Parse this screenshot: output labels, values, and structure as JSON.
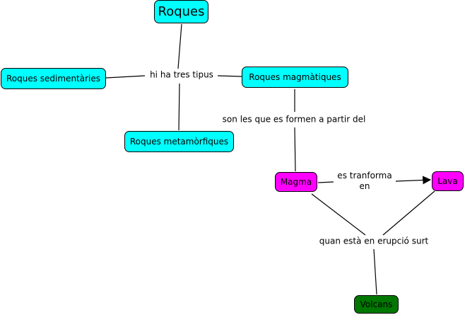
{
  "colors": {
    "rock": "#00ffff",
    "magma": "#ff00ff",
    "volcano": "#007700"
  },
  "concepts": {
    "roques": "Roques",
    "sedimentaries": "Roques sedimentàries",
    "magmatiques": "Roques magmàtiques",
    "metamorfiques": "Roques metamòrfiques",
    "magma": "Magma",
    "lava": "Lava",
    "volcans": "Volcans"
  },
  "links": {
    "tipus": "hi ha tres tipus",
    "formen": "son les que es formen a partir del",
    "tranforma_1": "es tranforma",
    "tranforma_2": "en",
    "erupcio": "quan està en erupció surt"
  }
}
